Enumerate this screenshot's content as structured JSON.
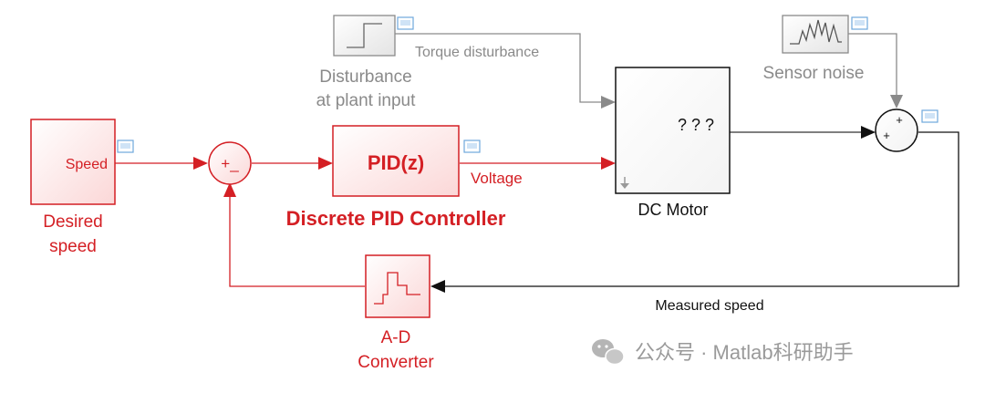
{
  "blocks": {
    "desired_speed": {
      "inner": "Speed",
      "caption_line1": "Desired",
      "caption_line2": "speed"
    },
    "pid": {
      "inner": "PID(z)",
      "caption": "Discrete PID Controller"
    },
    "dc_motor": {
      "inner": "? ? ?",
      "caption": "DC Motor"
    },
    "disturbance": {
      "caption_line1": "Disturbance",
      "caption_line2": "at plant input"
    },
    "sensor_noise": {
      "caption": "Sensor noise"
    },
    "adc": {
      "caption_line1": "A-D",
      "caption_line2": "Converter"
    }
  },
  "signals": {
    "voltage": "Voltage",
    "torque": "Torque disturbance",
    "measured": "Measured speed"
  },
  "sums": {
    "sum1": {
      "signs": "+_"
    },
    "sum2": {
      "top": "+",
      "left": "+"
    }
  },
  "watermark": {
    "text": "公众号 · Matlab科研助手"
  },
  "colors": {
    "accent": "#d41f24",
    "gray": "#8a8a8a",
    "port_icon": "#6fa8dc"
  }
}
